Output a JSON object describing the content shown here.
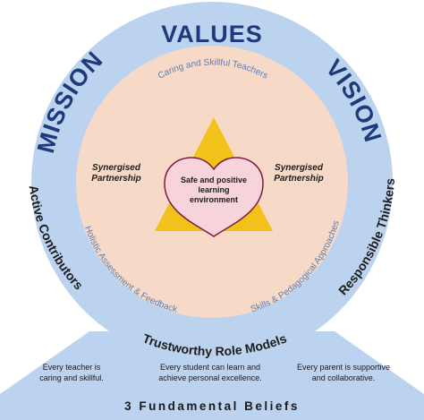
{
  "colors": {
    "outer_ring": "#bcd3f0",
    "inner_disc": "#f7d9c7",
    "triangle": "#f3c21a",
    "heart": "#f7d4dc",
    "outline": "#1f3a7a"
  },
  "top_words": [
    "MISSION",
    "VALUES",
    "VISION"
  ],
  "inner_ring": {
    "top": "Caring and Skillful Teachers",
    "left": "Holistic Assessment & Feedback",
    "right": "Skills & Pedagogical Approaches"
  },
  "center": {
    "heart_line1": "Safe and positive",
    "heart_line2": "learning",
    "heart_line3": "environment",
    "left_label_line1": "Synergised",
    "left_label_line2": "Partnership",
    "right_label_line1": "Synergised",
    "right_label_line2": "Partnership"
  },
  "outer_sides": {
    "left": "Active Contributors",
    "right": "Responsible Thinkers",
    "bottom": "Trustworthy Role Models"
  },
  "beliefs": [
    {
      "line1": "Every teacher is",
      "line2": "caring and skillful."
    },
    {
      "line1": "Every student can learn and",
      "line2": "achieve personal excellence."
    },
    {
      "line1": "Every parent is supportive",
      "line2": "and collaborative."
    }
  ],
  "footer": "3 Fundamental Beliefs"
}
